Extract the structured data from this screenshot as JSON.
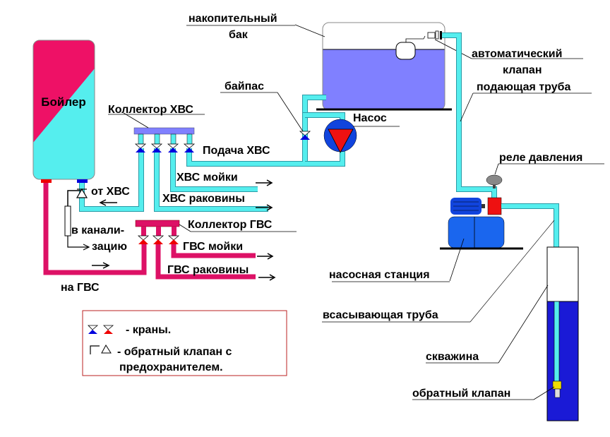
{
  "diagram": {
    "title": "Схема водоснабжения частного дома",
    "colors": {
      "cold_water": "#55eeee",
      "hot_water": "#dd1166",
      "boiler_hot": "#ee1166",
      "tank_water": "#8080ff",
      "well_water": "#1a1ad6",
      "valve_blue": "#0000dd",
      "valve_red": "#ee0000",
      "pump_body": "#1144dd",
      "pump_triangle": "#ee1111",
      "station_blue": "#1a66ee",
      "relay": "#888888",
      "check_valve": "#eedd00",
      "legend_border": "#bb2222"
    },
    "labels": {
      "boiler": "Бойлер",
      "tank_line1": "накопительный",
      "tank_line2": "бак",
      "auto_valve_line1": "автоматический",
      "auto_valve_line2": "клапан",
      "supply_pipe": "подающая труба",
      "bypass": "байпас",
      "pump": "Насос",
      "cold_collector": "Коллектор ХВС",
      "cold_supply": "Подача ХВС",
      "cold_sink": "ХВС мойки",
      "cold_basin": "ХВС раковины",
      "from_cold": "от ХВС",
      "drain_line1": "в канали-",
      "drain_line2": "зацию",
      "hot_collector": "Коллектор ГВС",
      "hot_sink": "ГВС мойки",
      "hot_basin": "ГВС раковины",
      "to_hot": "на ГВС",
      "pressure_relay": "реле давления",
      "pump_station": "насосная станция",
      "suction_pipe": "всасывающая труба",
      "well": "скважина",
      "check_valve": "обратный клапан"
    },
    "legend": {
      "taps": "- краны.",
      "check_valve_line1": "- обратный клапан с",
      "check_valve_line2": "предохранителем."
    }
  }
}
